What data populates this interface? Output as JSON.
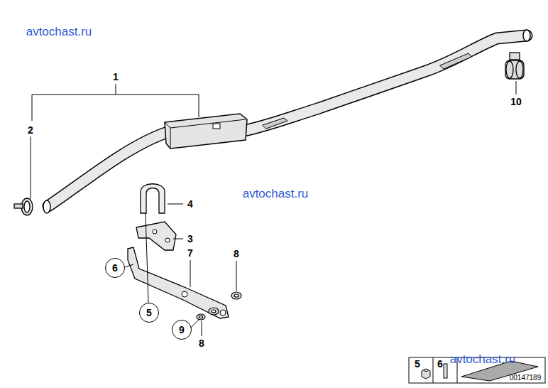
{
  "diagram": {
    "nodes": [
      {
        "text": [
          "6"
        ]
      },
      {
        "text": [
          "5"
        ]
      },
      {
        "text": [
          "9"
        ]
      }
    ],
    "labels": [
      "avtochast.ru",
      "1",
      "2",
      "10",
      "4",
      "avtochast.ru",
      "3",
      "7",
      "8",
      "8",
      "5",
      "6",
      "avtochast.ru",
      "00147189"
    ]
  }
}
